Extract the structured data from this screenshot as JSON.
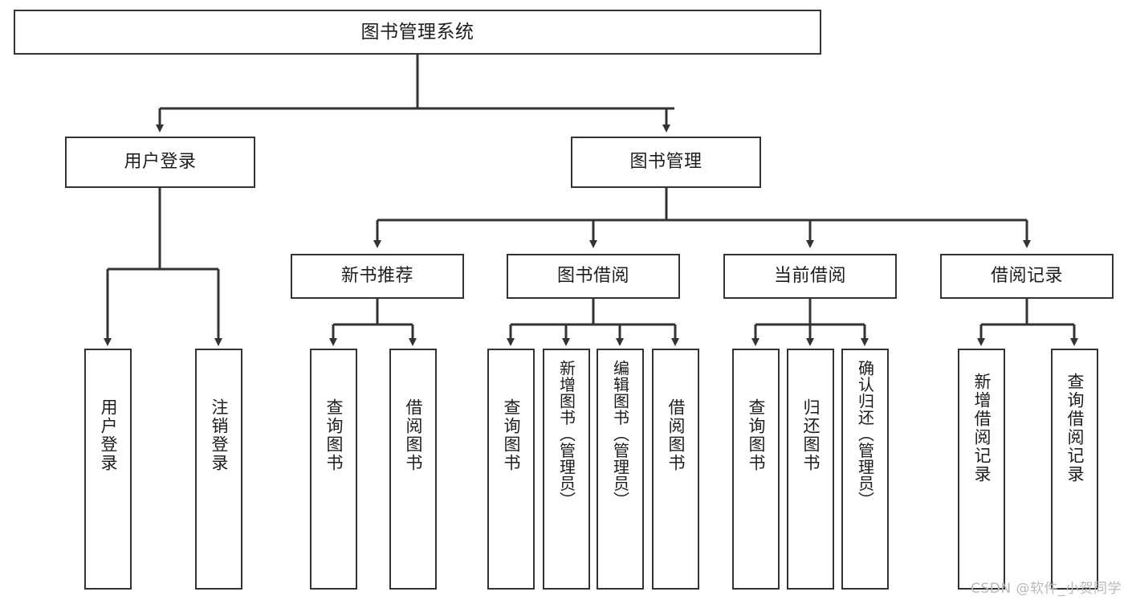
{
  "diagram": {
    "title": "图书管理系统",
    "type": "tree-hierarchy-chart",
    "watermark": "CSDN @软件_小贺同学",
    "colors": {
      "box_border": "#333333",
      "box_fill": "#ffffff",
      "connector": "#333333",
      "text": "#1d1d1d",
      "watermark": "#b9b9b9"
    },
    "root": {
      "label": "图书管理系统"
    },
    "level2": [
      {
        "label": "用户登录"
      },
      {
        "label": "图书管理"
      }
    ],
    "level3": [
      {
        "label": "新书推荐"
      },
      {
        "label": "图书借阅"
      },
      {
        "label": "当前借阅"
      },
      {
        "label": "借阅记录"
      }
    ],
    "leaves": {
      "user_login": [
        {
          "label": "用户登录"
        },
        {
          "label": "注销登录"
        }
      ],
      "new_book_recommend": [
        {
          "label": "查询图书"
        },
        {
          "label": "借阅图书"
        }
      ],
      "book_borrow": [
        {
          "label": "查询图书"
        },
        {
          "label": "新增图书（管理员）"
        },
        {
          "label": "编辑图书（管理员）"
        },
        {
          "label": "借阅图书"
        }
      ],
      "current_borrow": [
        {
          "label": "查询图书"
        },
        {
          "label": "归还图书"
        },
        {
          "label": "确认归还（管理员）"
        }
      ],
      "borrow_record": [
        {
          "label": "新增借阅记录"
        },
        {
          "label": "查询借阅记录"
        }
      ]
    }
  }
}
